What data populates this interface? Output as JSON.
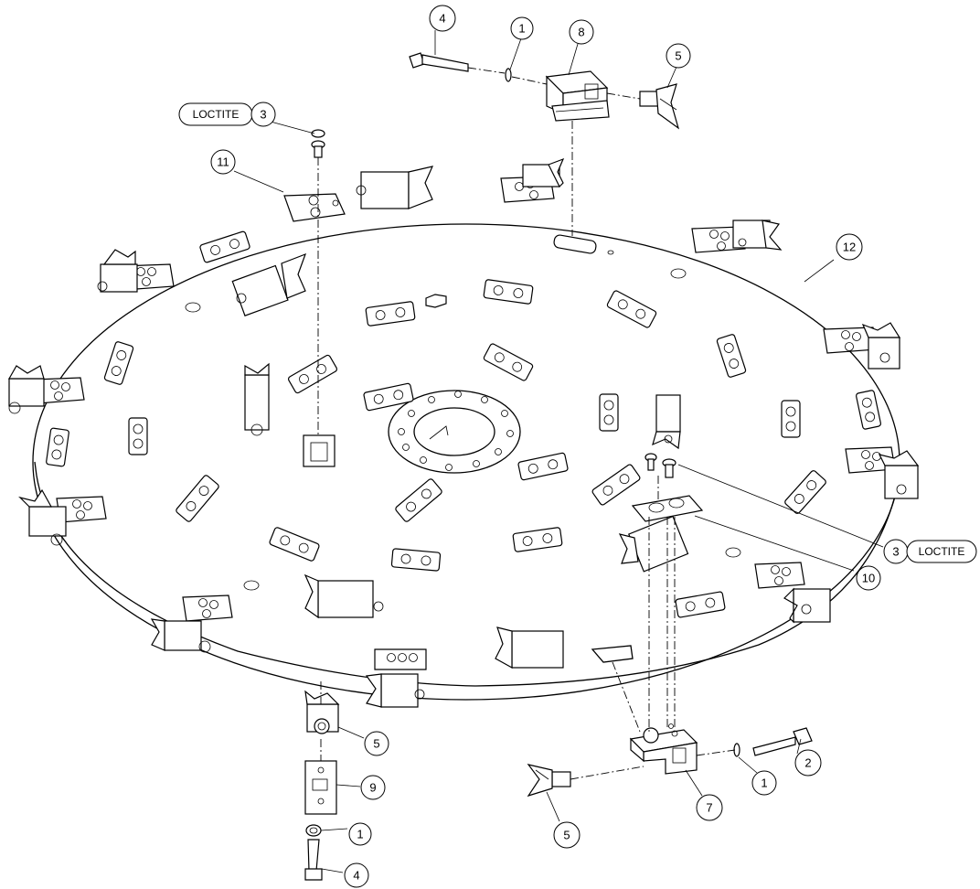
{
  "callouts": [
    {
      "id": "c4-top",
      "label": "4"
    },
    {
      "id": "c1-top",
      "label": "1"
    },
    {
      "id": "c8",
      "label": "8"
    },
    {
      "id": "c5-top",
      "label": "5"
    },
    {
      "id": "c3-top",
      "label": "3"
    },
    {
      "id": "c11",
      "label": "11"
    },
    {
      "id": "c12",
      "label": "12"
    },
    {
      "id": "c3-right",
      "label": "3"
    },
    {
      "id": "c10",
      "label": "10"
    },
    {
      "id": "c5-mid",
      "label": "5"
    },
    {
      "id": "c9",
      "label": "9"
    },
    {
      "id": "c1-left",
      "label": "1"
    },
    {
      "id": "c4-bottom",
      "label": "4"
    },
    {
      "id": "c2",
      "label": "2"
    },
    {
      "id": "c1-right",
      "label": "1"
    },
    {
      "id": "c7",
      "label": "7"
    },
    {
      "id": "c5-bottom",
      "label": "5"
    }
  ],
  "notes": {
    "loctite_top": "LOCTITE",
    "loctite_right": "LOCTITE"
  }
}
